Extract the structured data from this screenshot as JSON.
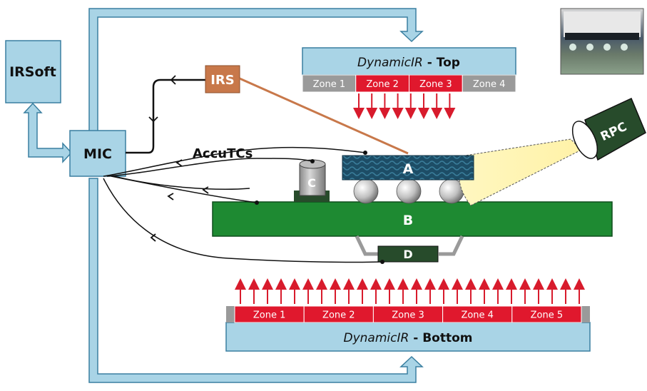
{
  "labels": {
    "irsoft": "IRSoft",
    "mic": "MIC",
    "irs": "IRS",
    "rpc": "RPC",
    "accutcs": "AccuTCs",
    "component_a": "A",
    "board_b": "B",
    "sensor_c": "C",
    "component_d": "D"
  },
  "top_heater": {
    "title_italic": "DynamicIR",
    "title_rest": " - Top",
    "zones": [
      "Zone 1",
      "Zone 2",
      "Zone 3",
      "Zone 4"
    ],
    "active_zones": [
      false,
      true,
      true,
      false
    ]
  },
  "bottom_heater": {
    "title_italic": "DynamicIR",
    "title_rest": " - Bottom",
    "zones": [
      "Zone 1",
      "Zone 2",
      "Zone 3",
      "Zone 4",
      "Zone 5"
    ],
    "active_zones": [
      true,
      true,
      true,
      true,
      true
    ]
  },
  "colors": {
    "box_blue": "#a9d4e6",
    "zone_active": "#e0182d",
    "zone_inactive": "#9a9a9a",
    "board_green": "#1e8a32",
    "dark_green": "#274b2b",
    "irs_orange": "#c8784a",
    "arrow_red": "#d81b2c"
  }
}
